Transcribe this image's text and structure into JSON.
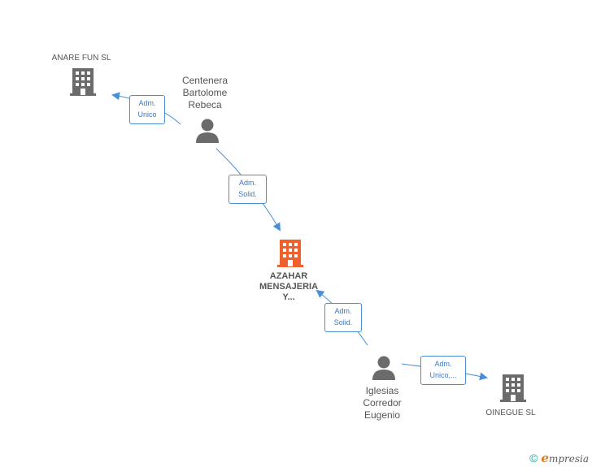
{
  "colors": {
    "edge": "#4a8fd6",
    "building": "#6b6b6b",
    "main_building": "#f0602d",
    "person": "#6b6b6b"
  },
  "nodes": {
    "anare": {
      "label": "ANARE FUN  SL",
      "icon": "building-icon"
    },
    "centenera": {
      "line1": "Centenera",
      "line2": "Bartolome",
      "line3": "Rebeca",
      "icon": "person-icon"
    },
    "azahar": {
      "line1": "AZAHAR",
      "line2": "MENSAJERIA",
      "line3": "Y...",
      "icon": "building-icon"
    },
    "iglesias": {
      "line1": "Iglesias",
      "line2": "Corredor",
      "line3": "Eugenio",
      "icon": "person-icon"
    },
    "oinegue": {
      "label": "OINEGUE  SL",
      "icon": "building-icon"
    }
  },
  "edges": {
    "e1": {
      "line1": "Adm.",
      "line2": "Unico"
    },
    "e2": {
      "line1": "Adm.",
      "line2": "Solid."
    },
    "e3": {
      "line1": "Adm.",
      "line2": "Solid."
    },
    "e4": {
      "line1": "Adm.",
      "line2": "Unico,..."
    }
  },
  "footer": {
    "copyright": "©",
    "brand_initial": "e",
    "brand_rest": "mpresia"
  }
}
